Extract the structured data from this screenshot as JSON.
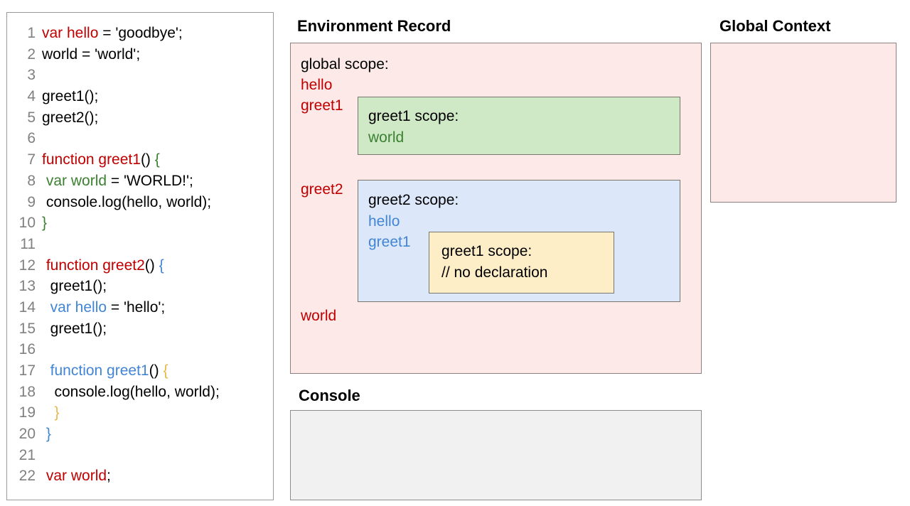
{
  "colors": {
    "red": "#c00000",
    "green": "#3c8031",
    "blue": "#4285d4",
    "orange": "#e8b84b",
    "black": "#000000",
    "gutter_gray": "#808080",
    "pink_fill": "#fce9e8",
    "green_fill": "#cfe8c6",
    "blue_fill": "#dce8fa",
    "yellow_fill": "#fdeec8",
    "console_fill": "#f1f1f1",
    "border_gray": "#8c8080"
  },
  "code_panel": {
    "lines": [
      {
        "number": "1",
        "tokens": [
          {
            "t": "var hello",
            "c": "red"
          },
          {
            "t": " = 'goodbye';",
            "c": "black"
          }
        ]
      },
      {
        "number": "2",
        "tokens": [
          {
            "t": "world = 'world';",
            "c": "black"
          }
        ]
      },
      {
        "number": "3",
        "tokens": [
          {
            "t": "",
            "c": "black"
          }
        ]
      },
      {
        "number": "4",
        "tokens": [
          {
            "t": "greet1();",
            "c": "black"
          }
        ]
      },
      {
        "number": "5",
        "tokens": [
          {
            "t": "greet2();",
            "c": "black"
          }
        ]
      },
      {
        "number": "6",
        "tokens": [
          {
            "t": "",
            "c": "black"
          }
        ]
      },
      {
        "number": "7",
        "tokens": [
          {
            "t": "function greet1",
            "c": "red"
          },
          {
            "t": "() ",
            "c": "black"
          },
          {
            "t": "{",
            "c": "green"
          }
        ]
      },
      {
        "number": "8",
        "tokens": [
          {
            "t": " ",
            "c": "black"
          },
          {
            "t": "var world",
            "c": "green"
          },
          {
            "t": " = 'WORLD!';",
            "c": "black"
          }
        ]
      },
      {
        "number": "9",
        "tokens": [
          {
            "t": " console.log(hello, world);",
            "c": "black"
          }
        ]
      },
      {
        "number": "10",
        "tokens": [
          {
            "t": "}",
            "c": "green"
          }
        ]
      },
      {
        "number": "11",
        "tokens": [
          {
            "t": "",
            "c": "black"
          }
        ]
      },
      {
        "number": "12",
        "tokens": [
          {
            "t": " ",
            "c": "black"
          },
          {
            "t": "function greet2",
            "c": "red"
          },
          {
            "t": "() ",
            "c": "black"
          },
          {
            "t": "{",
            "c": "blue"
          }
        ]
      },
      {
        "number": "13",
        "tokens": [
          {
            "t": "  greet1();",
            "c": "black"
          }
        ]
      },
      {
        "number": "14",
        "tokens": [
          {
            "t": "  ",
            "c": "black"
          },
          {
            "t": "var hello",
            "c": "blue"
          },
          {
            "t": " = 'hello';",
            "c": "black"
          }
        ]
      },
      {
        "number": "15",
        "tokens": [
          {
            "t": "  greet1();",
            "c": "black"
          }
        ]
      },
      {
        "number": "16",
        "tokens": [
          {
            "t": "",
            "c": "black"
          }
        ]
      },
      {
        "number": "17",
        "tokens": [
          {
            "t": "  ",
            "c": "black"
          },
          {
            "t": "function greet1",
            "c": "blue"
          },
          {
            "t": "() ",
            "c": "black"
          },
          {
            "t": "{",
            "c": "orange"
          }
        ]
      },
      {
        "number": "18",
        "tokens": [
          {
            "t": "   console.log(hello, world);",
            "c": "black"
          }
        ]
      },
      {
        "number": "19",
        "tokens": [
          {
            "t": "   ",
            "c": "black"
          },
          {
            "t": "}",
            "c": "orange"
          }
        ]
      },
      {
        "number": "20",
        "tokens": [
          {
            "t": " ",
            "c": "black"
          },
          {
            "t": "}",
            "c": "blue"
          }
        ]
      },
      {
        "number": "21",
        "tokens": [
          {
            "t": "",
            "c": "black"
          }
        ]
      },
      {
        "number": "22",
        "tokens": [
          {
            "t": " ",
            "c": "black"
          },
          {
            "t": "var world",
            "c": "red"
          },
          {
            "t": ";",
            "c": "black"
          }
        ]
      }
    ]
  },
  "environment_record": {
    "title": "Environment Record",
    "global_scope": {
      "heading": "global scope:",
      "bindings": [
        "hello",
        "greet1",
        "greet2",
        "world"
      ]
    },
    "greet1_scope": {
      "heading": "greet1 scope:",
      "bindings": [
        "world"
      ]
    },
    "greet2_scope": {
      "heading": "greet2 scope:",
      "bindings": [
        "hello",
        "greet1"
      ]
    },
    "greet1_inner_scope": {
      "heading": "greet1 scope:",
      "note": "// no declaration"
    }
  },
  "global_context": {
    "title": "Global Context",
    "contents": ""
  },
  "console": {
    "title": "Console",
    "output": ""
  }
}
